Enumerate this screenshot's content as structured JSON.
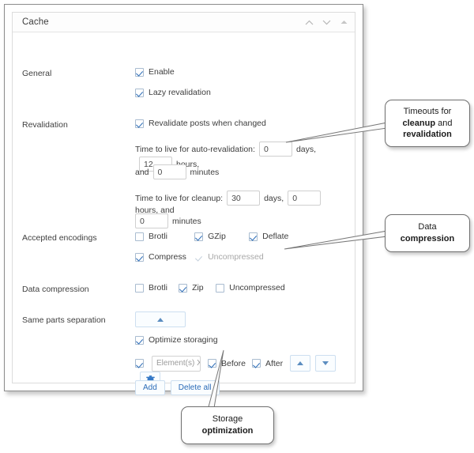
{
  "panel": {
    "title": "Cache",
    "header_icons": [
      {
        "name": "collapse-up-icon",
        "glyph": "chevron-up"
      },
      {
        "name": "expand-down-icon",
        "glyph": "chevron-down"
      },
      {
        "name": "minimize-icon",
        "glyph": "triangle-up"
      }
    ]
  },
  "sections": {
    "general": {
      "label": "General",
      "enable": {
        "label": "Enable",
        "checked": true
      },
      "lazy": {
        "label": "Lazy revalidation",
        "checked": true
      }
    },
    "revalidation": {
      "label": "Revalidation",
      "revalidate_posts": {
        "label": "Revalidate posts when changed",
        "checked": true
      },
      "auto": {
        "prefix": "Time to live for auto-revalidation:",
        "days_value": "0",
        "days_label": "days,",
        "hours_value": "12",
        "hours_label": "hours,",
        "and_label": "and",
        "minutes_value": "0",
        "minutes_label": "minutes"
      },
      "cleanup": {
        "prefix": "Time to live for cleanup:",
        "days_value": "30",
        "days_label": "days,",
        "hours_value": "0",
        "hours_label": "hours, and",
        "minutes_value": "0",
        "minutes_label": "minutes"
      }
    },
    "accepted_encodings": {
      "label": "Accepted encodings",
      "items": [
        {
          "label": "Brotli",
          "checked": false,
          "disabled": false
        },
        {
          "label": "GZip",
          "checked": true,
          "disabled": false
        },
        {
          "label": "Deflate",
          "checked": true,
          "disabled": false
        },
        {
          "label": "Compress",
          "checked": true,
          "disabled": false
        },
        {
          "label": "Uncompressed",
          "checked": true,
          "disabled": true
        }
      ]
    },
    "data_compression": {
      "label": "Data compression",
      "items": [
        {
          "label": "Brotli",
          "checked": false,
          "disabled": false
        },
        {
          "label": "Zip",
          "checked": true,
          "disabled": false
        },
        {
          "label": "Uncompressed",
          "checked": false,
          "disabled": false
        }
      ]
    },
    "same_parts_separation": {
      "label": "Same parts separation",
      "collapse_button": {
        "name": "separation-collapse-button",
        "glyph": "triangle-up"
      },
      "optimize": {
        "label": "Optimize storaging",
        "checked": true
      },
      "rule": {
        "enabled": true,
        "xpath_placeholder": "Element(s) XP",
        "xpath_value": "",
        "before": {
          "label": "Before",
          "checked": true
        },
        "after": {
          "label": "After",
          "checked": true
        },
        "move_up": "triangle-up",
        "move_down": "triangle-down",
        "delete": "trash-icon"
      },
      "add_label": "Add",
      "delete_all_label": "Delete all"
    }
  },
  "callouts": [
    {
      "name": "callout-timeouts",
      "line1": "Timeouts for",
      "bold1": "cleanup",
      "mid": " and ",
      "bold2": "revalidation"
    },
    {
      "name": "callout-data-compression",
      "line1": "Data",
      "bold1": "compression"
    },
    {
      "name": "callout-storage-optimization",
      "line1": "Storage",
      "bold1": "optimization"
    }
  ],
  "colors": {
    "accent_blue": "#2b6cb8",
    "border_gray": "#8d8d8d",
    "panel_border": "#dcdcdc"
  }
}
